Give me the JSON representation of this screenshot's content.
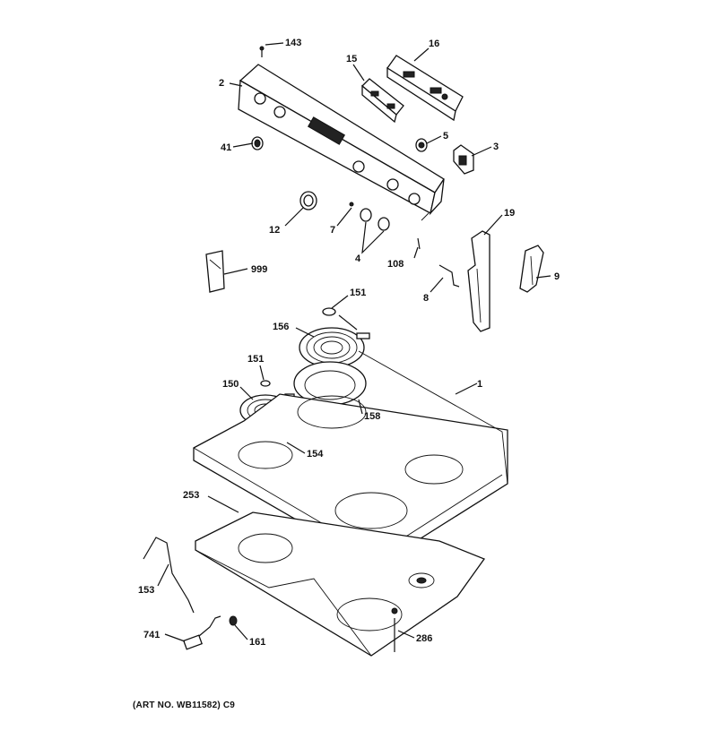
{
  "caption": "(ART NO. WB11582) C9",
  "callouts": {
    "c143": "143",
    "c2": "2",
    "c15": "15",
    "c16": "16",
    "c41": "41",
    "c5": "5",
    "c3": "3",
    "c12": "12",
    "c7": "7",
    "c4": "4",
    "c108": "108",
    "c19": "19",
    "c999": "999",
    "c8": "8",
    "c9": "9",
    "c151a": "151",
    "c156": "156",
    "c151b": "151",
    "c150": "150",
    "c1": "1",
    "c158": "158",
    "c154": "154",
    "c253": "253",
    "c153": "153",
    "c741": "741",
    "c161": "161",
    "c286": "286"
  }
}
